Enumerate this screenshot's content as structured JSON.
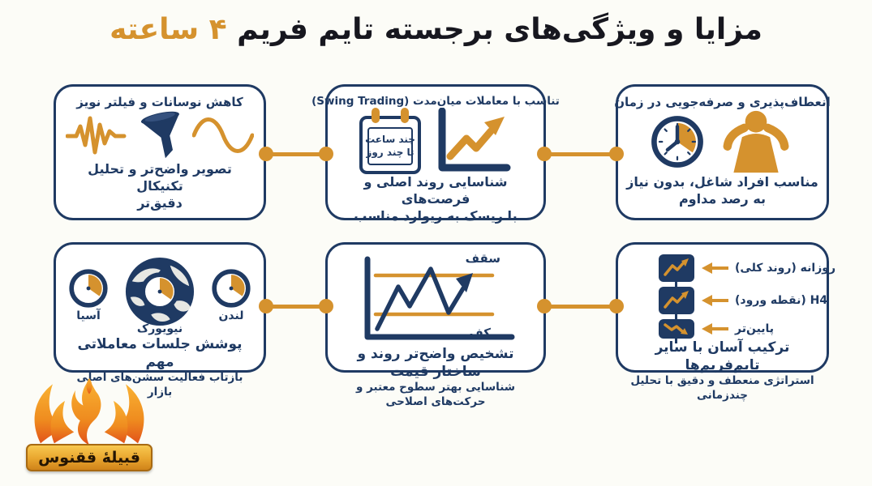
{
  "colors": {
    "navy": "#1f3a63",
    "orange": "#d5922e",
    "title_dark": "#17171f",
    "background": "#fcfcf7",
    "logo_gold": "#f9b233",
    "logo_red": "#e2521a"
  },
  "title": {
    "main": "مزایا و ویژگی‌های برجسته تایم فریم",
    "highlight": "۴ ساعته"
  },
  "cards": {
    "noise": {
      "title": "کاهش نوسانات و فیلتر نویز",
      "icons": [
        "noise-signal-icon",
        "funnel-icon",
        "sine-wave-icon"
      ],
      "caption_line1": "تصویر واضح‌تر و تحلیل تکنیکال",
      "caption_line2": "دقیق‌تر"
    },
    "swing": {
      "title": "تناسب با معاملات میان‌مدت (Swing Trading)",
      "icons": [
        "calendar-icon",
        "rising-chart-icon"
      ],
      "calendar_line1": "چند ساعت",
      "calendar_line2": "تا چند روز",
      "caption_line1": "شناسایی روند اصلی و فرصت‌های",
      "caption_line2": "با ریسک به ریوارد مناسب"
    },
    "flexibility": {
      "title": "انعطاف‌پذیری و صرفه‌جویی در زمان",
      "icons": [
        "clock-icon",
        "relaxed-person-icon"
      ],
      "caption_line1": "مناسب افراد شاغل، بدون نیاز",
      "caption_line2": "به رصد مداوم"
    },
    "sessions": {
      "clocks": [
        {
          "label": "آسیا"
        },
        {
          "label": "نیویورک"
        },
        {
          "label": "لندن"
        }
      ],
      "icons": [
        "session-clock-icon",
        "globe-clock-icon",
        "session-clock-icon"
      ],
      "caption_line1": "پوشش جلسات معاملاتی مهم",
      "caption_line2": "بازتاب فعالیت سشن‌های اصلی بازار"
    },
    "structure": {
      "ceiling_label": "سقف",
      "floor_label": "کف",
      "icons": [
        "price-structure-chart-icon"
      ],
      "caption_line1": "تشخیص واضح‌تر روند و ساختار قیمت",
      "caption_line2": "شناسایی بهتر سطوح معتبر و حرکت‌های اصلاحی"
    },
    "multiframe": {
      "rows": [
        {
          "label": "روزانه (روند کلی)",
          "trend": "up"
        },
        {
          "label": "H4 (نقطه ورود)",
          "trend": "up"
        },
        {
          "label": "پایین‌تر",
          "trend": "down"
        }
      ],
      "icons": [
        "mini-chart-up-icon",
        "mini-chart-up-icon",
        "mini-chart-down-icon",
        "left-arrow-icon"
      ],
      "caption_line1": "ترکیب آسان با سایر تایم‌فریم‌ها",
      "caption_line2": "استراتژی منعطف و دقیق با تحلیل چندزمانی"
    }
  },
  "logo": {
    "text": "قبیلۀ ققنوس",
    "icon": "phoenix-icon"
  }
}
